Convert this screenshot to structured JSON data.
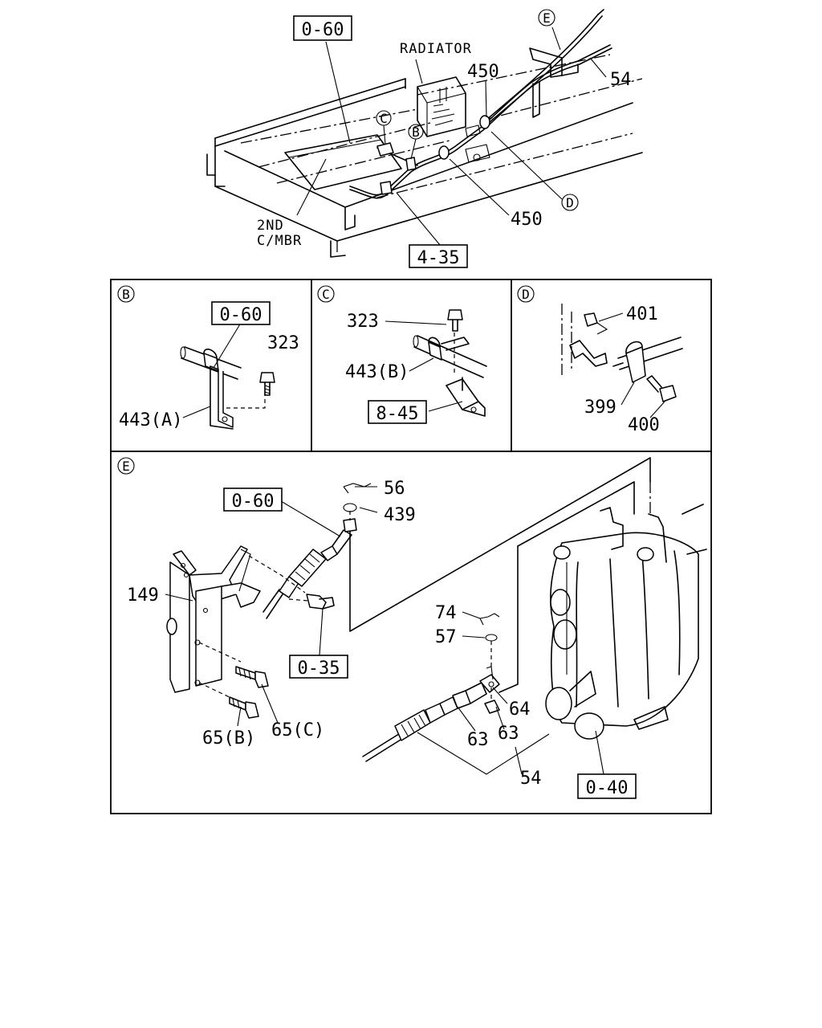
{
  "overview": {
    "ref_top": "0-60",
    "radiator": "RADIATOR",
    "part_450_a": "450",
    "part_450_b": "450",
    "part_54": "54",
    "member_line1": "2ND",
    "member_line2": "C/MBR",
    "ref_bottom": "4-35",
    "callouts": {
      "b": "B",
      "c": "C",
      "d": "D",
      "e": "E"
    }
  },
  "detail_b": {
    "title": "B",
    "ref": "0-60",
    "bolt": "323",
    "bracket": "443(A)"
  },
  "detail_c": {
    "title": "C",
    "bolt": "323",
    "bracket": "443(B)",
    "ref": "8-45"
  },
  "detail_d": {
    "title": "D",
    "nut": "401",
    "clamp": "399",
    "bolt": "400"
  },
  "detail_e": {
    "title": "E",
    "ref_cable": "0-60",
    "clip": "56",
    "washer": "439",
    "pedal_bracket": "149",
    "ref_bolt": "0-35",
    "bolt_b": "65(B)",
    "bolt_c": "65(C)",
    "clip_lower": "74",
    "washer_lower": "57",
    "joint": "64",
    "nut_a": "63",
    "nut_b": "63",
    "cable": "54",
    "ref_transmission": "0-40"
  }
}
